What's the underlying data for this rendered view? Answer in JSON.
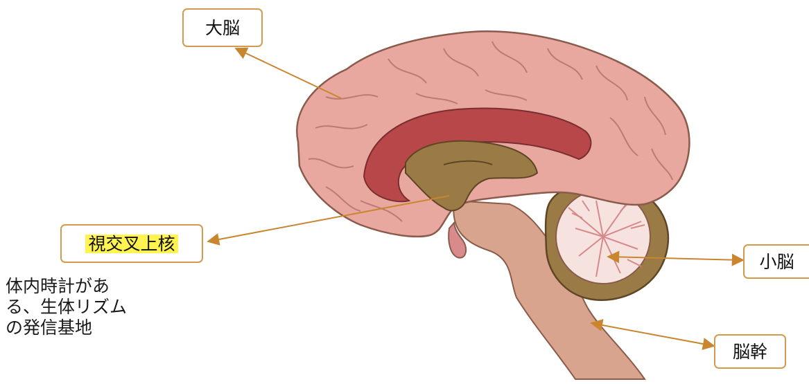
{
  "labels": {
    "cerebrum": "大脳",
    "scn": "視交叉上核",
    "cerebellum": "小脳",
    "brainstem": "脳幹"
  },
  "caption": {
    "line1": "体内時計があ",
    "line2": "る、生体リズム",
    "line3": "の発信基地"
  },
  "colors": {
    "label_border": "#d39a4e",
    "arrow": "#c9862f",
    "highlight": "#fff44f",
    "cortex": "#e8a8a0",
    "cortex_dark": "#c98078",
    "inner_red": "#b8474a",
    "core_olive": "#9a7b45",
    "stem": "#d9a48e",
    "cerebellum_white": "#f6e3e0"
  }
}
